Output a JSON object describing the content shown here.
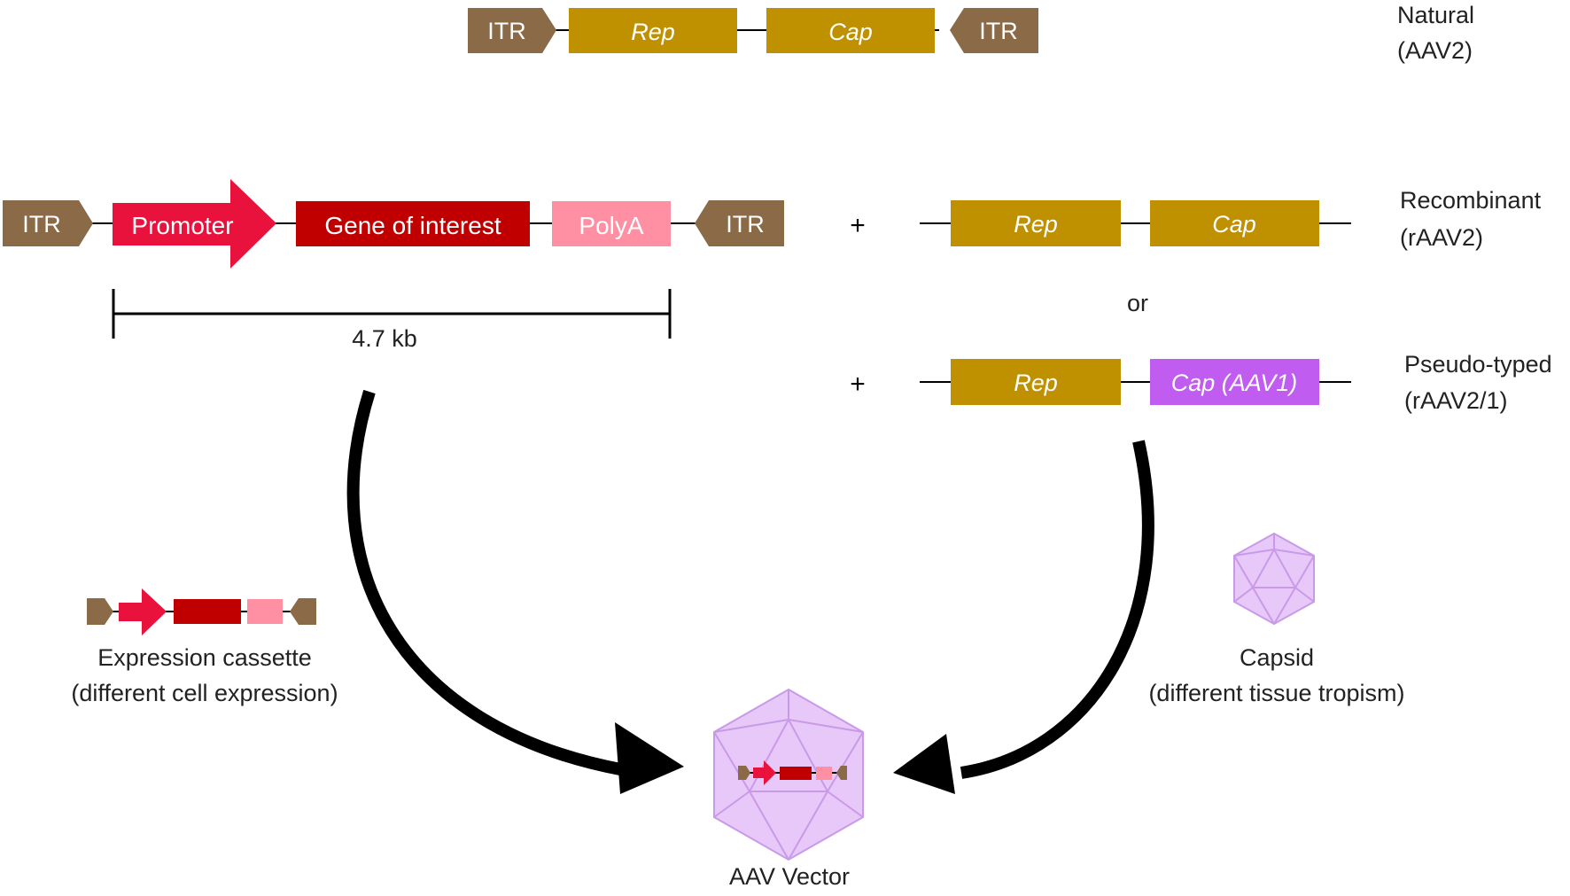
{
  "natural": {
    "itr_left": "ITR",
    "rep": "Rep",
    "cap": "Cap",
    "itr_right": "ITR",
    "label_line1": "Natural",
    "label_line2": "(AAV2)"
  },
  "recombinant": {
    "itr_left": "ITR",
    "promoter": "Promoter",
    "gene": "Gene of interest",
    "polya": "PolyA",
    "itr_right": "ITR",
    "plus": "+",
    "rep": "Rep",
    "cap": "Cap",
    "label_line1": "Recombinant",
    "label_line2": "(rAAV2)"
  },
  "scale": {
    "length": "4.7 kb"
  },
  "or_label": "or",
  "pseudotyped": {
    "plus": "+",
    "rep": "Rep",
    "cap": "Cap (AAV1)",
    "label_line1": "Pseudo-typed",
    "label_line2": "(rAAV2/1)"
  },
  "expression_cassette": {
    "label_line1": "Expression cassette",
    "label_line2": "(different cell expression)"
  },
  "capsid": {
    "label_line1": "Capsid",
    "label_line2": "(different tissue tropism)"
  },
  "vector": {
    "label": "AAV Vector"
  },
  "colors": {
    "itr": "#8b6b47",
    "rep_cap": "#bf9000",
    "promoter": "#e8123c",
    "gene": "#c00000",
    "polya": "#ff8fa3",
    "cap_aav1": "#c05cf0",
    "capsid_fill": "#e8c8f8",
    "capsid_stroke": "#c89ae8"
  }
}
